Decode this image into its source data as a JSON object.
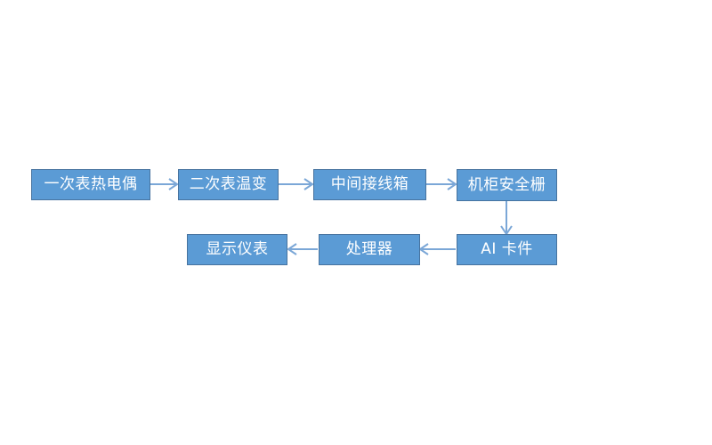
{
  "diagram": {
    "title": "",
    "background_color": "#ffffff",
    "node_fill_color": "#5B9BD5",
    "node_border_color": "#47739F",
    "node_text_color": "#FFFFFF",
    "connector_color": "#7BA7D7",
    "nodes": [
      {
        "id": "thermocouple",
        "label": "一次表热电偶",
        "row": "top",
        "order": 1
      },
      {
        "id": "transmitter",
        "label": "二次表温变",
        "row": "top",
        "order": 2
      },
      {
        "id": "junction-box",
        "label": "中间接线箱",
        "row": "top",
        "order": 3
      },
      {
        "id": "safety-barrier",
        "label": "机柜安全栅",
        "row": "top",
        "order": 4
      },
      {
        "id": "ai-card",
        "label": "AI 卡件",
        "row": "bottom",
        "order": 5
      },
      {
        "id": "processor",
        "label": "处理器",
        "row": "bottom",
        "order": 6
      },
      {
        "id": "display-meter",
        "label": "显示仪表",
        "row": "bottom",
        "order": 7
      }
    ],
    "connectors": [
      {
        "from": "thermocouple",
        "to": "transmitter",
        "direction": "right"
      },
      {
        "from": "transmitter",
        "to": "junction-box",
        "direction": "right"
      },
      {
        "from": "junction-box",
        "to": "safety-barrier",
        "direction": "right"
      },
      {
        "from": "safety-barrier",
        "to": "ai-card",
        "direction": "down"
      },
      {
        "from": "ai-card",
        "to": "processor",
        "direction": "left"
      },
      {
        "from": "processor",
        "to": "display-meter",
        "direction": "left"
      }
    ]
  }
}
